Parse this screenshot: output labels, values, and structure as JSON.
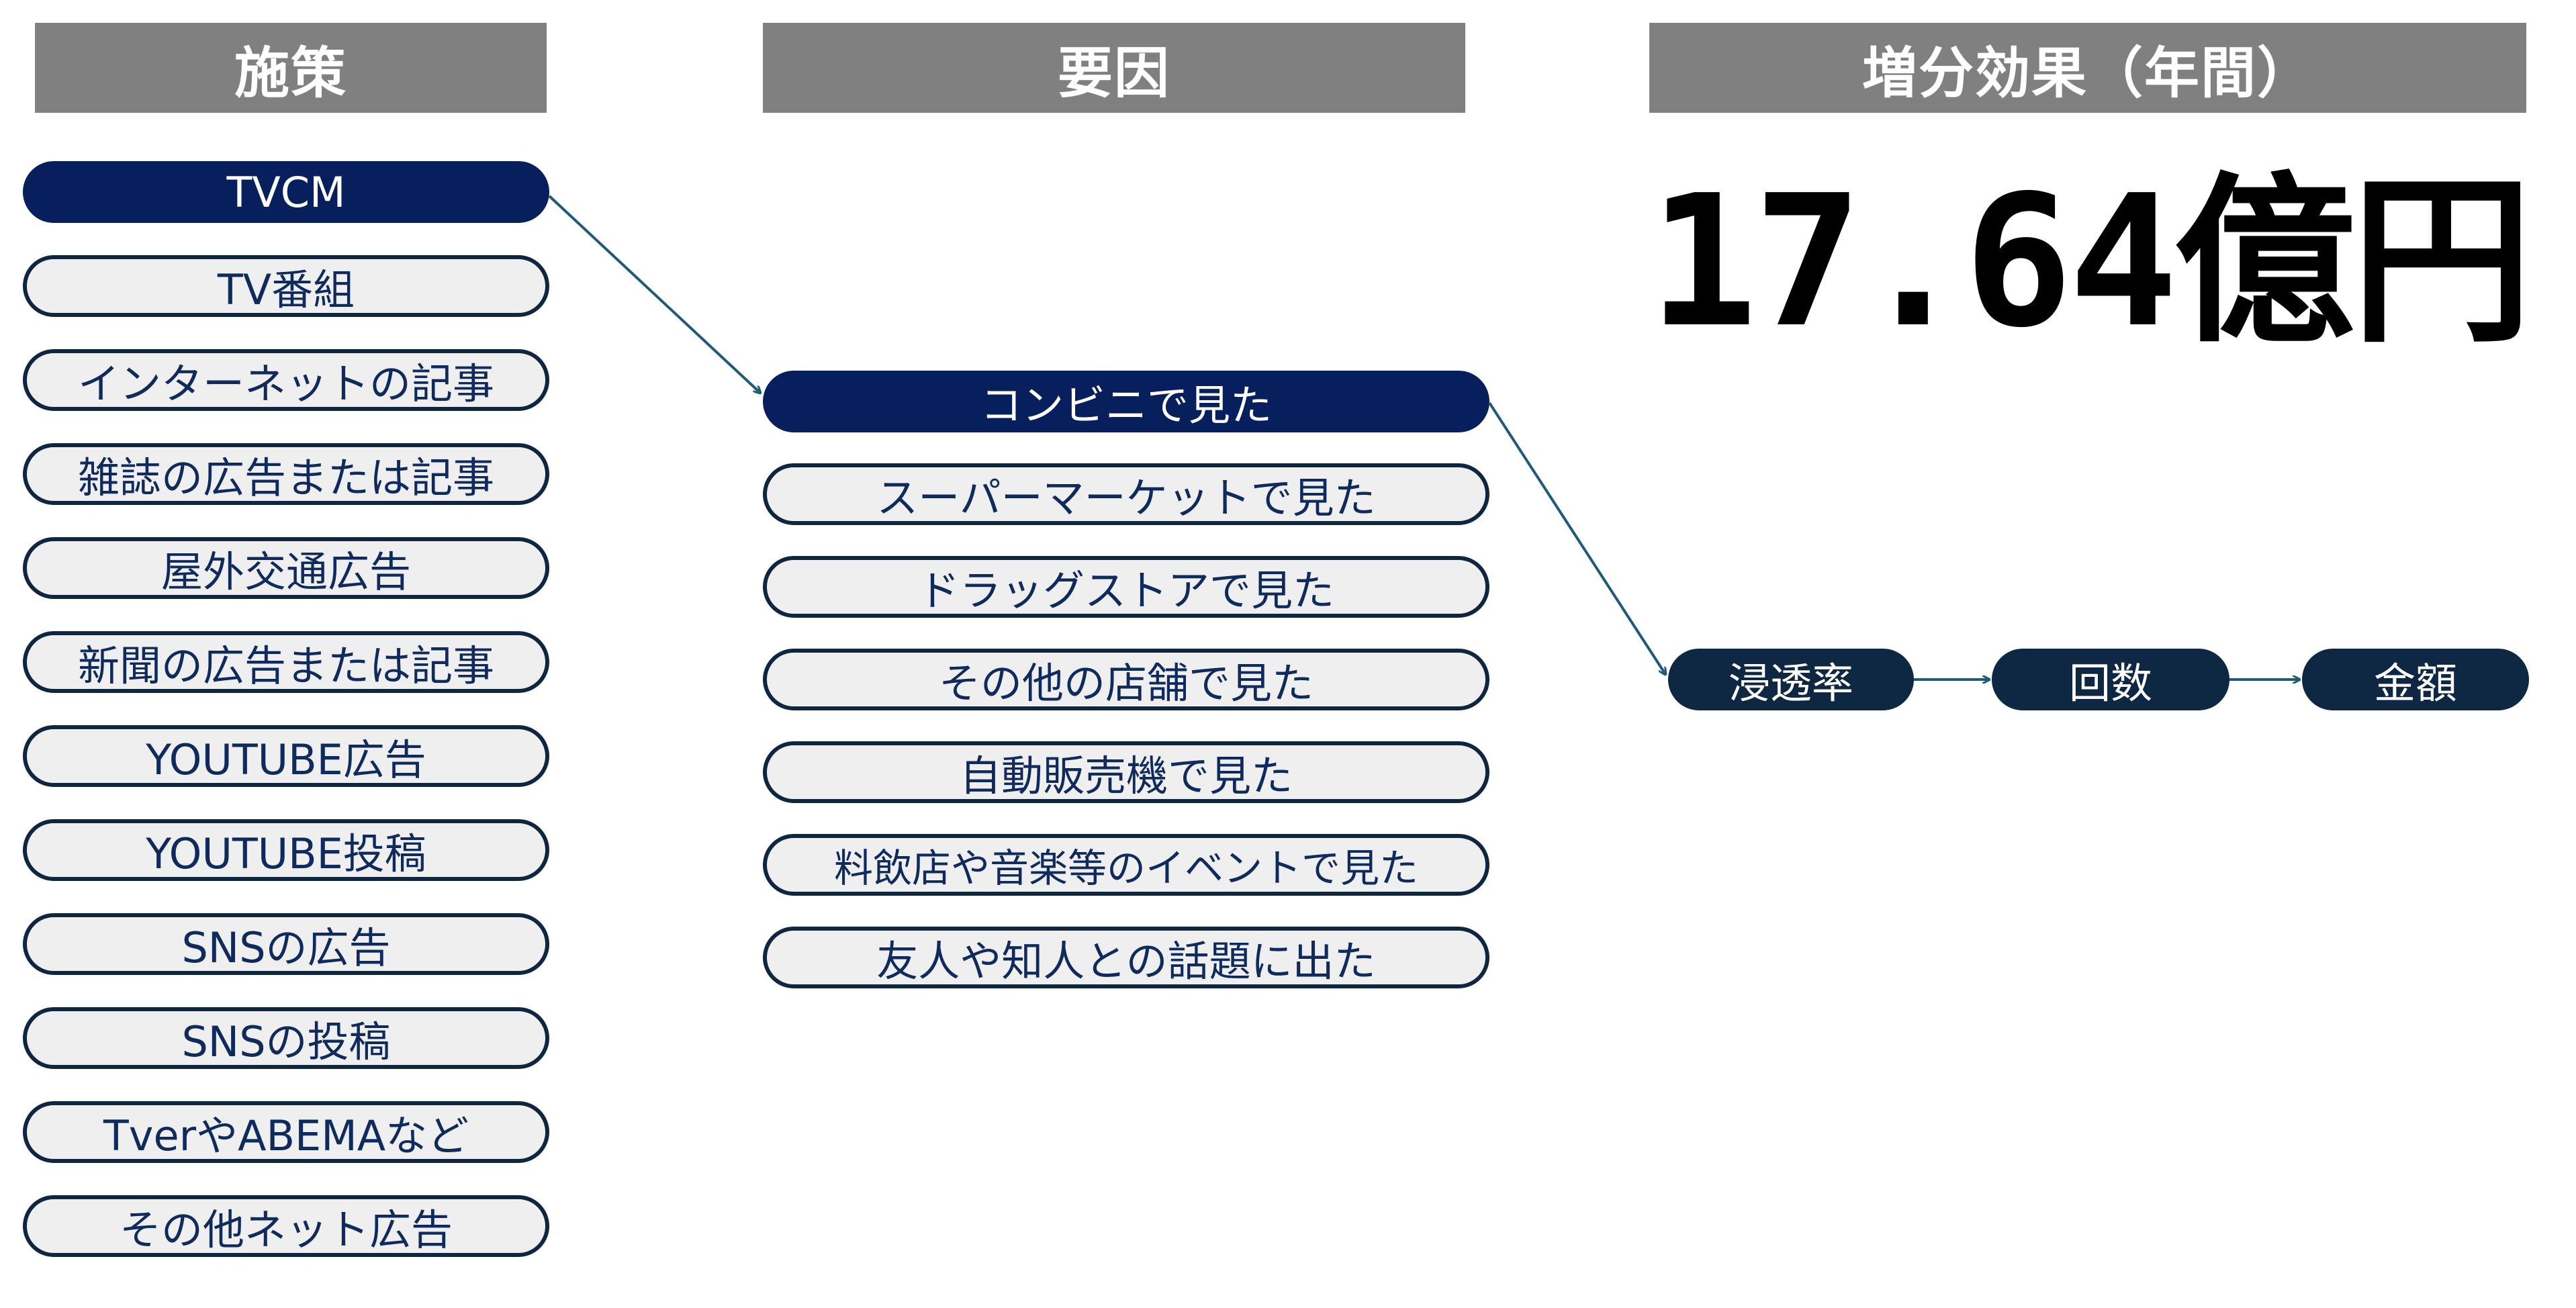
{
  "headers": {
    "measures": "施策",
    "factors": "要因",
    "effect": "増分効果（年間）"
  },
  "effect_value": "17.64億円",
  "measures": [
    {
      "label": "TVCM",
      "selected": true
    },
    {
      "label": "TV番組",
      "selected": false
    },
    {
      "label": "インターネットの記事",
      "selected": false
    },
    {
      "label": "雑誌の広告または記事",
      "selected": false
    },
    {
      "label": "屋外交通広告",
      "selected": false
    },
    {
      "label": "新聞の広告または記事",
      "selected": false
    },
    {
      "label": "YOUTUBE広告",
      "selected": false
    },
    {
      "label": "YOUTUBE投稿",
      "selected": false
    },
    {
      "label": "SNSの広告",
      "selected": false
    },
    {
      "label": "SNSの投稿",
      "selected": false
    },
    {
      "label": "TverやABEMAなど",
      "selected": false
    },
    {
      "label": "その他ネット広告",
      "selected": false
    }
  ],
  "factors": [
    {
      "label": "コンビニで見た",
      "selected": true
    },
    {
      "label": "スーパーマーケットで見た",
      "selected": false
    },
    {
      "label": "ドラッグストアで見た",
      "selected": false
    },
    {
      "label": "その他の店舗で見た",
      "selected": false
    },
    {
      "label": "自動販売機で見た",
      "selected": false
    },
    {
      "label": "料飲店や音楽等のイベントで見た",
      "selected": false
    },
    {
      "label": "友人や知人との話題に出た",
      "selected": false
    }
  ],
  "metrics": [
    {
      "label": "浸透率"
    },
    {
      "label": "回数"
    },
    {
      "label": "金額"
    }
  ],
  "colors": {
    "header_bg": "#808080",
    "selected_bg": "#071f5c",
    "metric_bg": "#0e2742",
    "pill_bg": "#efefef",
    "pill_text": "#0f2a5c",
    "connector": "#1f5a7a"
  }
}
